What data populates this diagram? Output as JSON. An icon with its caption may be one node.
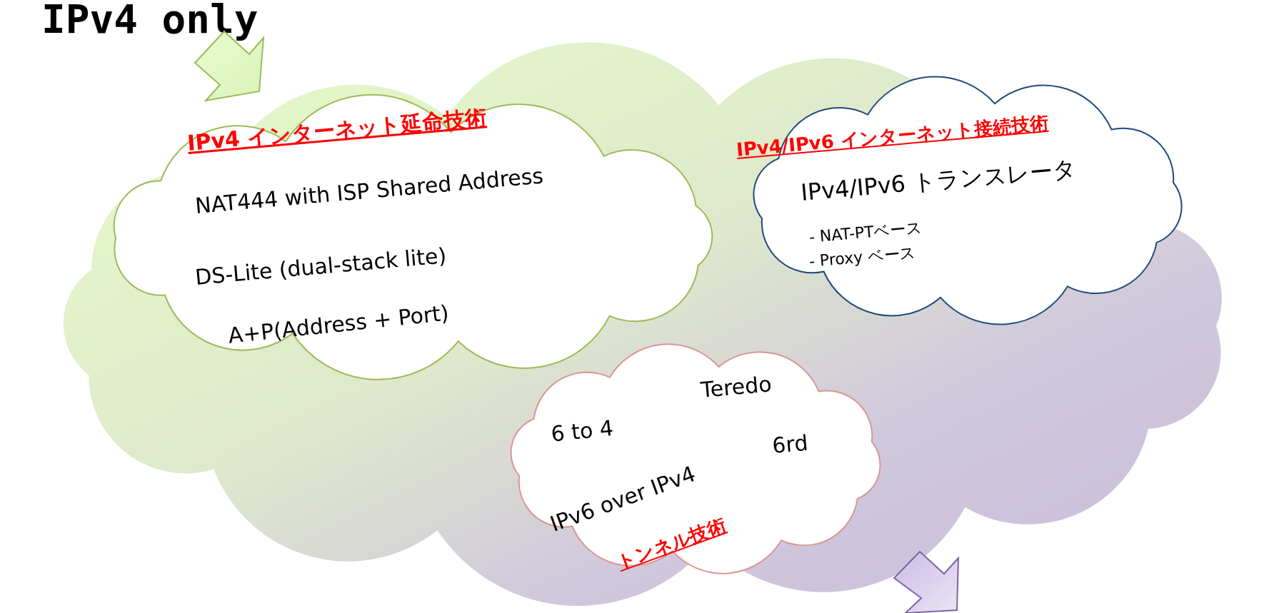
{
  "diagram": {
    "title": "IPv4 only",
    "nodes": [
      {
        "text": [],
        "shape": "cloud"
      },
      {
        "text": [
          "IPv4 インターネット延命技術",
          "NAT444 with ISP Shared Address",
          "DS-Lite (dual-stack lite)",
          "A+P(Address + Port)"
        ],
        "in": 0
      },
      {
        "text": [
          "IPv4/IPv6 インターネット接続技術",
          "IPv4/IPv6 トランスレータ",
          "- NAT-PTベース",
          "- Proxy ベース"
        ],
        "in": 0
      },
      {
        "text": [
          "Teredo",
          "6 to 4",
          "IPv6 over IPv4",
          "6rd",
          "トンネル技術"
        ],
        "in": 0
      }
    ]
  }
}
